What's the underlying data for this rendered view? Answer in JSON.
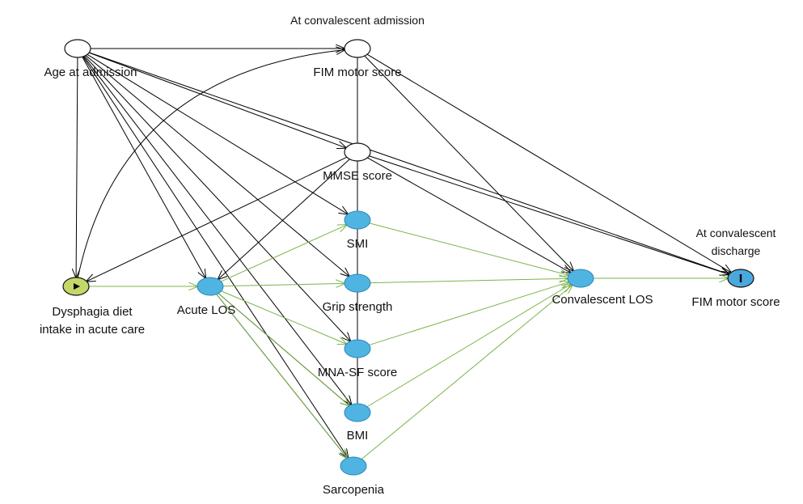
{
  "header_admission": "At convalescent admission",
  "header_discharge": [
    "At convalescent",
    "discharge"
  ],
  "colors": {
    "exposure": "#c4d86a",
    "outcome": "#4aa9dc",
    "ancestor": "#4fb4e2",
    "latent": "#ffffff",
    "causal_path": "#7bb44a",
    "biasing_path": "#000000"
  },
  "nodes": [
    {
      "id": "age",
      "label": [
        "Age at admission"
      ],
      "kind": "latent"
    },
    {
      "id": "fim_adm",
      "label": [
        "FIM motor score"
      ],
      "kind": "latent"
    },
    {
      "id": "mmse",
      "label": [
        "MMSE score"
      ],
      "kind": "latent"
    },
    {
      "id": "dysphagia",
      "label": [
        "Dysphagia diet",
        "intake in acute care"
      ],
      "kind": "exposure"
    },
    {
      "id": "acute_los",
      "label": [
        "Acute LOS"
      ],
      "kind": "ancestor"
    },
    {
      "id": "smi",
      "label": [
        "SMI"
      ],
      "kind": "ancestor"
    },
    {
      "id": "grip",
      "label": [
        "Grip strength"
      ],
      "kind": "ancestor"
    },
    {
      "id": "mna",
      "label": [
        "MNA-SF score"
      ],
      "kind": "ancestor"
    },
    {
      "id": "bmi",
      "label": [
        "BMI"
      ],
      "kind": "ancestor"
    },
    {
      "id": "sarc",
      "label": [
        "Sarcopenia"
      ],
      "kind": "ancestor"
    },
    {
      "id": "conv_los",
      "label": [
        "Convalescent LOS"
      ],
      "kind": "ancestor"
    },
    {
      "id": "fim_dis",
      "label": [
        "FIM motor score"
      ],
      "kind": "outcome"
    }
  ],
  "edges": [
    {
      "from": "age",
      "to": "fim_adm",
      "type": "biasing"
    },
    {
      "from": "age",
      "to": "dysphagia",
      "type": "biasing"
    },
    {
      "from": "age",
      "to": "mmse",
      "type": "biasing"
    },
    {
      "from": "age",
      "to": "acute_los",
      "type": "biasing"
    },
    {
      "from": "age",
      "to": "smi",
      "type": "biasing"
    },
    {
      "from": "age",
      "to": "grip",
      "type": "biasing"
    },
    {
      "from": "age",
      "to": "mna",
      "type": "biasing"
    },
    {
      "from": "age",
      "to": "bmi",
      "type": "biasing"
    },
    {
      "from": "age",
      "to": "sarc",
      "type": "biasing"
    },
    {
      "from": "age",
      "to": "fim_dis",
      "type": "biasing"
    },
    {
      "from": "dysphagia",
      "to": "fim_adm",
      "type": "biasing",
      "curved": true
    },
    {
      "from": "fim_adm",
      "to": "conv_los",
      "type": "biasing"
    },
    {
      "from": "fim_adm",
      "to": "fim_dis",
      "type": "biasing"
    },
    {
      "from": "mmse",
      "to": "dysphagia",
      "type": "biasing"
    },
    {
      "from": "mmse",
      "to": "acute_los",
      "type": "biasing"
    },
    {
      "from": "mmse",
      "to": "conv_los",
      "type": "biasing"
    },
    {
      "from": "mmse",
      "to": "fim_dis",
      "type": "biasing"
    },
    {
      "from": "acute_los",
      "to": "bmi",
      "type": "biasing"
    },
    {
      "from": "acute_los",
      "to": "sarc",
      "type": "biasing"
    },
    {
      "from": "dysphagia",
      "to": "acute_los",
      "type": "causal"
    },
    {
      "from": "acute_los",
      "to": "smi",
      "type": "causal"
    },
    {
      "from": "acute_los",
      "to": "grip",
      "type": "causal"
    },
    {
      "from": "acute_los",
      "to": "mna",
      "type": "causal"
    },
    {
      "from": "acute_los",
      "to": "bmi",
      "type": "causal"
    },
    {
      "from": "acute_los",
      "to": "sarc",
      "type": "causal"
    },
    {
      "from": "smi",
      "to": "conv_los",
      "type": "causal"
    },
    {
      "from": "grip",
      "to": "conv_los",
      "type": "causal"
    },
    {
      "from": "mna",
      "to": "conv_los",
      "type": "causal"
    },
    {
      "from": "bmi",
      "to": "conv_los",
      "type": "causal"
    },
    {
      "from": "sarc",
      "to": "conv_los",
      "type": "causal"
    },
    {
      "from": "conv_los",
      "to": "fim_dis",
      "type": "causal"
    }
  ],
  "undirected": [
    {
      "from": "fim_adm",
      "to": "mmse"
    },
    {
      "from": "mmse",
      "to": "smi"
    },
    {
      "from": "smi",
      "to": "grip"
    },
    {
      "from": "grip",
      "to": "mna"
    },
    {
      "from": "mna",
      "to": "bmi"
    }
  ]
}
